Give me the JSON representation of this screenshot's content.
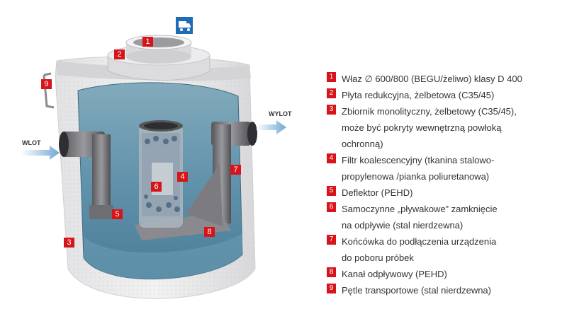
{
  "flow": {
    "inlet": "WLOT",
    "outlet": "WYLOT"
  },
  "callouts": [
    "1",
    "2",
    "3",
    "4",
    "5",
    "6",
    "7",
    "8",
    "9"
  ],
  "legend": [
    {
      "n": "1",
      "lines": [
        "Właz ∅ 600/800 (BEGU/żeliwo) klasy D 400"
      ]
    },
    {
      "n": "2",
      "lines": [
        "Płyta redukcyjna, żelbetowa (C35/45)"
      ]
    },
    {
      "n": "3",
      "lines": [
        "Zbiornik monolityczny, żelbetowy (C35/45),",
        "może być pokryty wewnętrzną powłoką",
        "ochronną)"
      ]
    },
    {
      "n": "4",
      "lines": [
        "Filtr koalescencyjny (tkanina stalowo-",
        "propylenowa /pianka poliuretanowa)"
      ]
    },
    {
      "n": "5",
      "lines": [
        "Deflektor (PEHD)"
      ]
    },
    {
      "n": "6",
      "lines": [
        "Samoczynne „pływakowe” zamknięcie",
        "na odpływie (stal nierdzewna)"
      ]
    },
    {
      "n": "7",
      "lines": [
        "Końcówka  do podłączenia urządzenia",
        "do poboru próbek"
      ]
    },
    {
      "n": "8",
      "lines": [
        "Kanał odpływowy (PEHD)"
      ]
    },
    {
      "n": "9",
      "lines": [
        "Pętle transportowe (stal nierdzewna)"
      ]
    }
  ],
  "colors": {
    "callout": "#d7141a",
    "water": "#5f90aa",
    "concrete": "#e6e6e8",
    "icon": "#1e6db4"
  },
  "icons": [
    "truck-icon"
  ]
}
